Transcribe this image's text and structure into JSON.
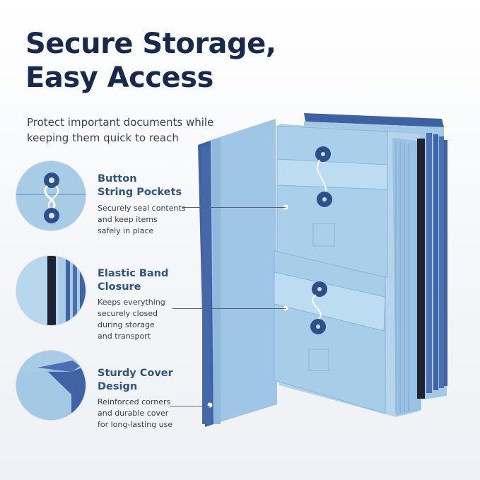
{
  "headline": {
    "line1": "Secure Storage,",
    "line2": "Easy Access"
  },
  "subline": "Protect important documents while keeping them quick to reach",
  "features": [
    {
      "title_line1": "Button",
      "title_line2": "String Pockets",
      "desc_lines": [
        "Securely seal contents",
        "and keep items",
        "safely in place"
      ],
      "icon": "button-string-icon"
    },
    {
      "title_line1": "Elastic Band",
      "title_line2": "Closure",
      "desc_lines": [
        "Keeps everything",
        "securely closed",
        "during storage",
        "and transport"
      ],
      "icon": "elastic-band-icon"
    },
    {
      "title_line1": "Sturdy Cover",
      "title_line2": "Design",
      "desc_lines": [
        "Reinforced corners",
        "and durable cover",
        "for long-lasting use"
      ],
      "icon": "reinforced-corner-icon"
    }
  ],
  "colors": {
    "folder_light": "#a8cde8",
    "folder_mid": "#8fbde0",
    "cover_navy": "#3f63a3",
    "elastic": "#1f2530",
    "headline": "#18294b",
    "accent_title": "#2c5489"
  }
}
